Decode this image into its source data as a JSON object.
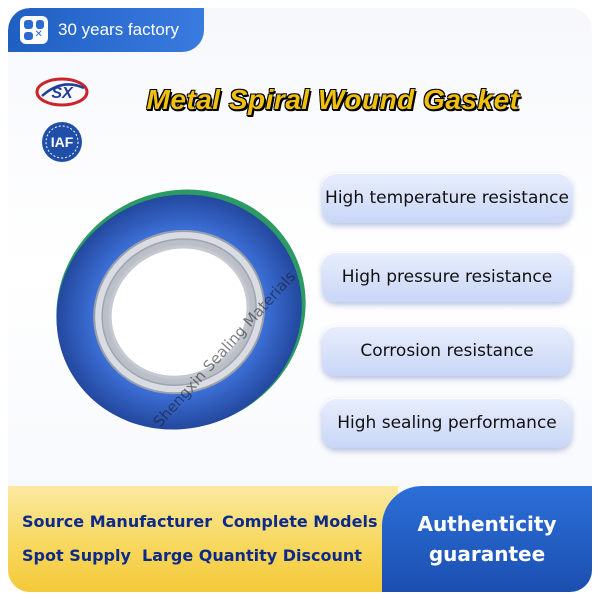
{
  "badge": {
    "text": "30 years factory",
    "icon": "grid-logo-icon"
  },
  "logos": {
    "company_text": "SX",
    "cert_text": "IAF"
  },
  "title": "Metal Spiral Wound Gasket",
  "watermark": "Shengxin Sealing Materials",
  "features": [
    "High temperature resistance",
    "High pressure resistance",
    "Corrosion resistance",
    "High sealing performance"
  ],
  "bottom": {
    "line1_left": "Source Manufacturer",
    "line1_right": "Complete Models",
    "line2_left": "Spot Supply",
    "line2_right": "Large Quantity Discount",
    "auth_line1": "Authenticity",
    "auth_line2": "guarantee"
  },
  "colors": {
    "brand_blue": "#2a6bd0",
    "title_yellow": "#f0c010",
    "gasket_blue": "#2f5fc4"
  }
}
